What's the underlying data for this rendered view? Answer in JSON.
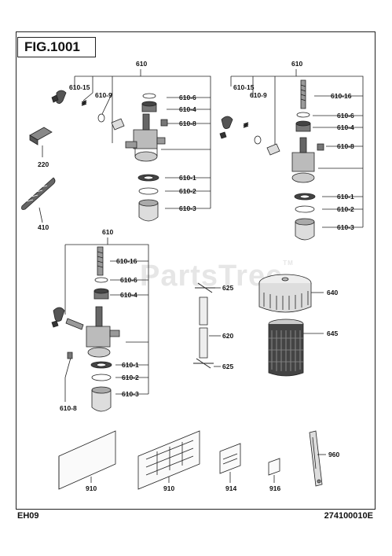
{
  "figure": {
    "title": "FIG.1001",
    "footer_left": "EH09",
    "footer_right": "274100010E",
    "watermark": "PartsTree",
    "watermark_tm": "TM"
  },
  "labels": {
    "g1_610": "610",
    "g1_610_15": "610-15",
    "g1_610_9": "610-9",
    "g1_610_6": "610-6",
    "g1_610_4": "610-4",
    "g1_610_8": "610-8",
    "g1_610_1": "610-1",
    "g1_610_2": "610-2",
    "g1_610_3": "610-3",
    "p220": "220",
    "p410": "410",
    "g2_610": "610",
    "g2_610_15": "610-15",
    "g2_610_9": "610-9",
    "g2_610_16": "610-16",
    "g2_610_6": "610-6",
    "g2_610_4": "610-4",
    "g2_610_8": "610-8",
    "g2_610_1": "610-1",
    "g2_610_2": "610-2",
    "g2_610_3": "610-3",
    "g3_610": "610",
    "g3_610_16": "610-16",
    "g3_610_6": "610-6",
    "g3_610_4": "610-4",
    "g3_610_1": "610-1",
    "g3_610_2": "610-2",
    "g3_610_3": "610-3",
    "g3_610_8": "610-8",
    "p625a": "625",
    "p620": "620",
    "p625b": "625",
    "p640": "640",
    "p645": "645",
    "p910a": "910",
    "p910b": "910",
    "p914": "914",
    "p916": "916",
    "p960": "960"
  }
}
